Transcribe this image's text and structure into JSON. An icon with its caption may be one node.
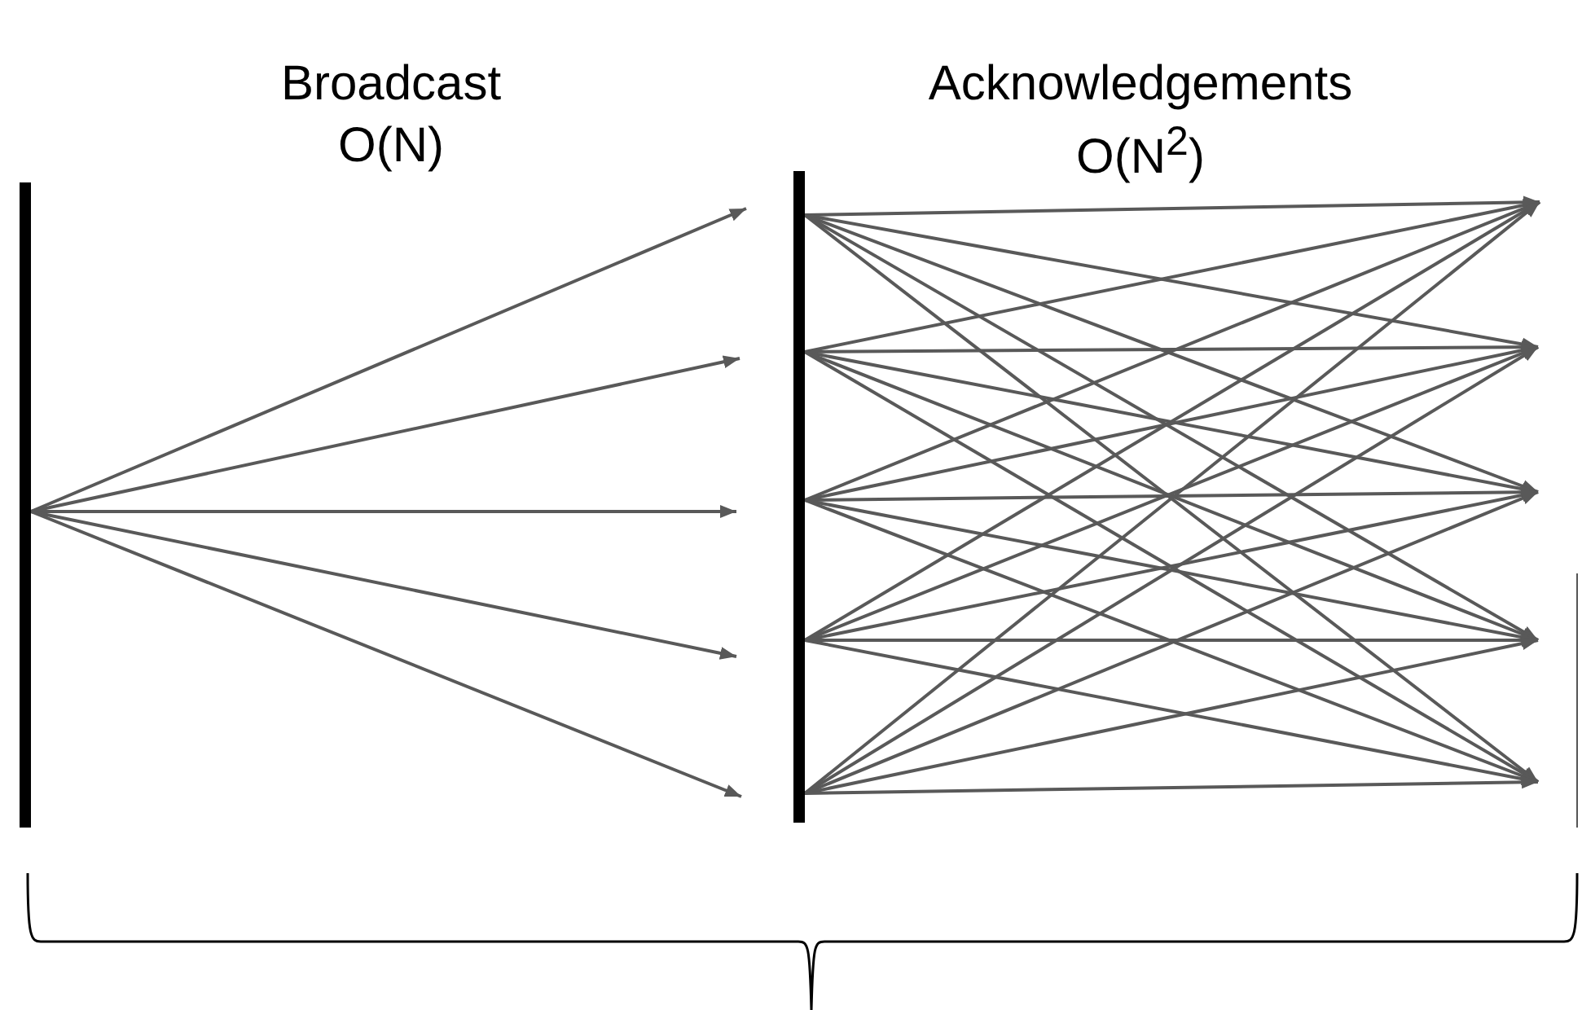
{
  "diagram": {
    "nodes": [
      {
        "text": [],
        "shape": "bar"
      },
      {
        "text": [],
        "shape": "bar"
      }
    ],
    "edges": [
      {
        "from": 0,
        "to": null,
        "arrow": "to"
      },
      {
        "from": 0,
        "to": null,
        "arrow": "to"
      },
      {
        "from": 0,
        "to": null,
        "arrow": "to"
      },
      {
        "from": 0,
        "to": null,
        "arrow": "to"
      },
      {
        "from": 0,
        "to": null,
        "arrow": "to"
      },
      {
        "from": 1,
        "to": null,
        "arrow": "to"
      },
      {
        "from": 1,
        "to": null,
        "arrow": "to"
      },
      {
        "from": 1,
        "to": null,
        "arrow": "to"
      },
      {
        "from": 1,
        "to": null,
        "arrow": "to"
      },
      {
        "from": 1,
        "to": null,
        "arrow": "to"
      },
      {
        "from": 1,
        "to": null,
        "arrow": "to"
      },
      {
        "from": 1,
        "to": null,
        "arrow": "to"
      },
      {
        "from": 1,
        "to": null,
        "arrow": "to"
      },
      {
        "from": 1,
        "to": null,
        "arrow": "to"
      },
      {
        "from": 1,
        "to": null,
        "arrow": "to"
      },
      {
        "from": 1,
        "to": null,
        "arrow": "to"
      },
      {
        "from": 1,
        "to": null,
        "arrow": "to"
      },
      {
        "from": 1,
        "to": null,
        "arrow": "to"
      },
      {
        "from": 1,
        "to": null,
        "arrow": "to"
      },
      {
        "from": 1,
        "to": null,
        "arrow": "to"
      },
      {
        "from": 1,
        "to": null,
        "arrow": "to"
      },
      {
        "from": 1,
        "to": null,
        "arrow": "to"
      },
      {
        "from": 1,
        "to": null,
        "arrow": "to"
      },
      {
        "from": 1,
        "to": null,
        "arrow": "to"
      },
      {
        "from": 1,
        "to": null,
        "arrow": "to"
      },
      {
        "from": 1,
        "to": null,
        "arrow": "to"
      },
      {
        "from": 1,
        "to": null,
        "arrow": "to"
      },
      {
        "from": 1,
        "to": null,
        "arrow": "to"
      },
      {
        "from": 1,
        "to": null,
        "arrow": "to"
      },
      {
        "from": 1,
        "to": null,
        "arrow": "to"
      }
    ],
    "labels": [
      "Broadcast",
      "O(N)",
      "Acknowledgements",
      "O(N$^{2}$)"
    ]
  }
}
